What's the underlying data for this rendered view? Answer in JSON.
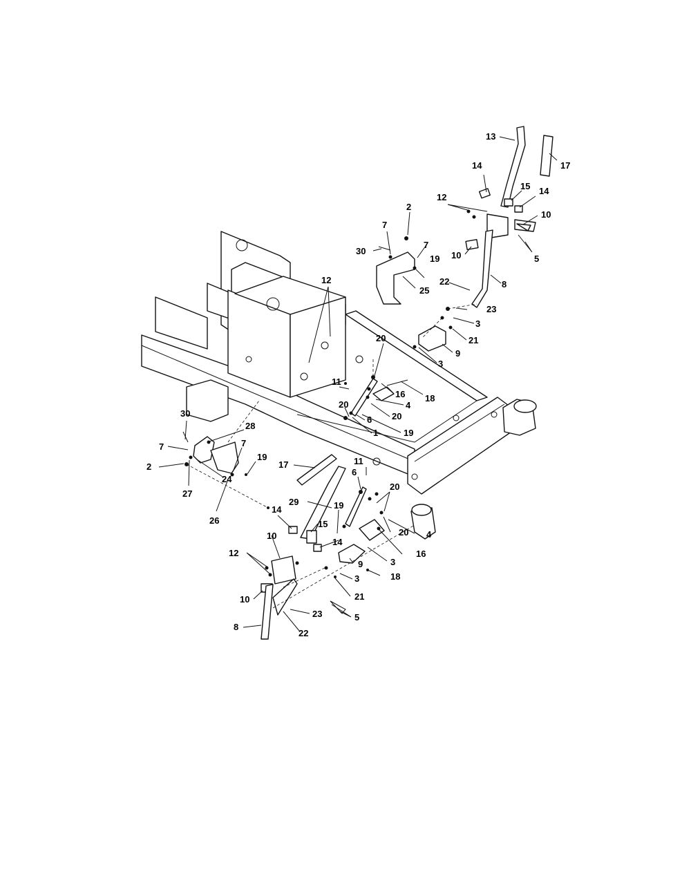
{
  "diagram": {
    "callouts": [
      {
        "id": "c13",
        "label": "13"
      },
      {
        "id": "c17a",
        "label": "17"
      },
      {
        "id": "c14a",
        "label": "14"
      },
      {
        "id": "c15a",
        "label": "15"
      },
      {
        "id": "c14b",
        "label": "14"
      },
      {
        "id": "c12a",
        "label": "12"
      },
      {
        "id": "c10a",
        "label": "10"
      },
      {
        "id": "c10b",
        "label": "10"
      },
      {
        "id": "c5a",
        "label": "5"
      },
      {
        "id": "c2a",
        "label": "2"
      },
      {
        "id": "c7a",
        "label": "7"
      },
      {
        "id": "c7b",
        "label": "7"
      },
      {
        "id": "c30a",
        "label": "30"
      },
      {
        "id": "c19a",
        "label": "19"
      },
      {
        "id": "c25",
        "label": "25"
      },
      {
        "id": "c22a",
        "label": "22"
      },
      {
        "id": "c8a",
        "label": "8"
      },
      {
        "id": "c23a",
        "label": "23"
      },
      {
        "id": "c3a",
        "label": "3"
      },
      {
        "id": "c21a",
        "label": "21"
      },
      {
        "id": "c9a",
        "label": "9"
      },
      {
        "id": "c3b",
        "label": "3"
      },
      {
        "id": "c12b",
        "label": "12"
      },
      {
        "id": "c20a",
        "label": "20"
      },
      {
        "id": "c11a",
        "label": "11"
      },
      {
        "id": "c16a",
        "label": "16"
      },
      {
        "id": "c18a",
        "label": "18"
      },
      {
        "id": "c4a",
        "label": "4"
      },
      {
        "id": "c20b",
        "label": "20"
      },
      {
        "id": "c20c",
        "label": "20"
      },
      {
        "id": "c6a",
        "label": "6"
      },
      {
        "id": "c1",
        "label": "1"
      },
      {
        "id": "c19b",
        "label": "19"
      },
      {
        "id": "c30b",
        "label": "30"
      },
      {
        "id": "c28",
        "label": "28"
      },
      {
        "id": "c7c",
        "label": "7"
      },
      {
        "id": "c7d",
        "label": "7"
      },
      {
        "id": "c19c",
        "label": "19"
      },
      {
        "id": "c2b",
        "label": "2"
      },
      {
        "id": "c24",
        "label": "24"
      },
      {
        "id": "c27",
        "label": "27"
      },
      {
        "id": "c26",
        "label": "26"
      },
      {
        "id": "c17b",
        "label": "17"
      },
      {
        "id": "c11b",
        "label": "11"
      },
      {
        "id": "c6b",
        "label": "6"
      },
      {
        "id": "c20d",
        "label": "20"
      },
      {
        "id": "c29",
        "label": "29"
      },
      {
        "id": "c19d",
        "label": "19"
      },
      {
        "id": "c14c",
        "label": "14"
      },
      {
        "id": "c15b",
        "label": "15"
      },
      {
        "id": "c14d",
        "label": "14"
      },
      {
        "id": "c20e",
        "label": "20"
      },
      {
        "id": "c4b",
        "label": "4"
      },
      {
        "id": "c10c",
        "label": "10"
      },
      {
        "id": "c16b",
        "label": "16"
      },
      {
        "id": "c12c",
        "label": "12"
      },
      {
        "id": "c9b",
        "label": "9"
      },
      {
        "id": "c3c",
        "label": "3"
      },
      {
        "id": "c3d",
        "label": "3"
      },
      {
        "id": "c18b",
        "label": "18"
      },
      {
        "id": "c10d",
        "label": "10"
      },
      {
        "id": "c21b",
        "label": "21"
      },
      {
        "id": "c23b",
        "label": "23"
      },
      {
        "id": "c5b",
        "label": "5"
      },
      {
        "id": "c8b",
        "label": "8"
      },
      {
        "id": "c22b",
        "label": "22"
      }
    ]
  }
}
